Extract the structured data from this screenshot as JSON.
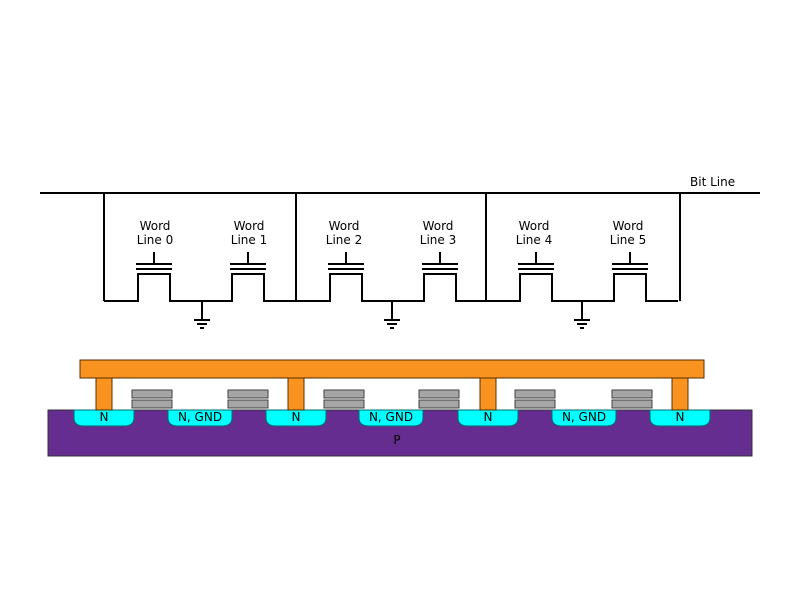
{
  "bit_line": {
    "label": "Bit Line"
  },
  "word_lines": [
    {
      "line1": "Word",
      "line2": "Line 0"
    },
    {
      "line1": "Word",
      "line2": "Line 1"
    },
    {
      "line1": "Word",
      "line2": "Line 2"
    },
    {
      "line1": "Word",
      "line2": "Line 3"
    },
    {
      "line1": "Word",
      "line2": "Line 4"
    },
    {
      "line1": "Word",
      "line2": "Line 5"
    }
  ],
  "cross_section": {
    "substrate_label": "P",
    "regions": [
      {
        "label": "N"
      },
      {
        "label": "N, GND"
      },
      {
        "label": "N"
      },
      {
        "label": "N, GND"
      },
      {
        "label": "N"
      },
      {
        "label": "N, GND"
      },
      {
        "label": "N"
      }
    ]
  },
  "colors": {
    "wire": "#000000",
    "metal": "#F7931E",
    "metal_stroke": "#5a3000",
    "n_well": "#00FFFF",
    "substrate": "#662D91",
    "gate": "#A6A6A6",
    "gate_stroke": "#404040"
  }
}
